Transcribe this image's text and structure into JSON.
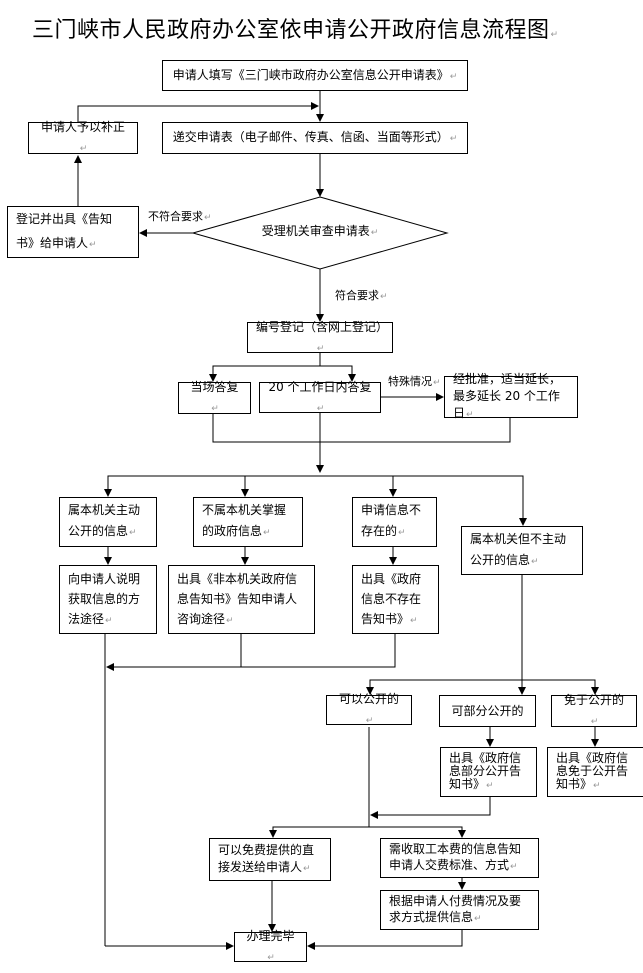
{
  "title": "三门峡市人民政府办公室依申请公开政府信息流程图",
  "nodes": {
    "fill_form": "申请人填写《三门峡市政府办公室信息公开申请表》",
    "submit_form": "递交申请表（电子邮件、传真、信函、当面等形式）",
    "supplement": "申请人予以补正",
    "issue_notice": "登记并出具《告知书》给申请人",
    "review": "受理机关审查申请表",
    "register": "编号登记（含网上登记）",
    "reply_on_spot": "当场答复",
    "reply_20_days": "20 个工作日内答复",
    "extend": "经批准，适当延长，最多延长 20 个工作日",
    "own_active": "属本机关主动公开的信息",
    "explain_method": "向申请人说明获取信息的方法途径",
    "not_own": "不属本机关掌握的政府信息",
    "not_own_notice": "出具《非本机关政府信息告知书》告知申请人咨询途径",
    "not_exist": "申请信息不存在的",
    "not_exist_notice": "出具《政府信息不存在告知书》",
    "own_not_active": "属本机关但不主动公开的信息",
    "can_disclose": "可以公开的",
    "partial_disclose": "可部分公开的",
    "exempt": "免于公开的",
    "partial_notice": "出具《政府信息部分公开告知书》",
    "exempt_notice": "出具《政府信息免于公开告知书》",
    "free_send": "可以免费提供的直接发送给申请人",
    "fee_notice": "需收取工本费的信息告知申请人交费标准、方式",
    "provide_info": "根据申请人付费情况及要求方式提供信息",
    "done": "办理完毕"
  },
  "edge_labels": {
    "not_meet": "不符合要求",
    "meet": "符合要求",
    "special": "特殊情况"
  }
}
